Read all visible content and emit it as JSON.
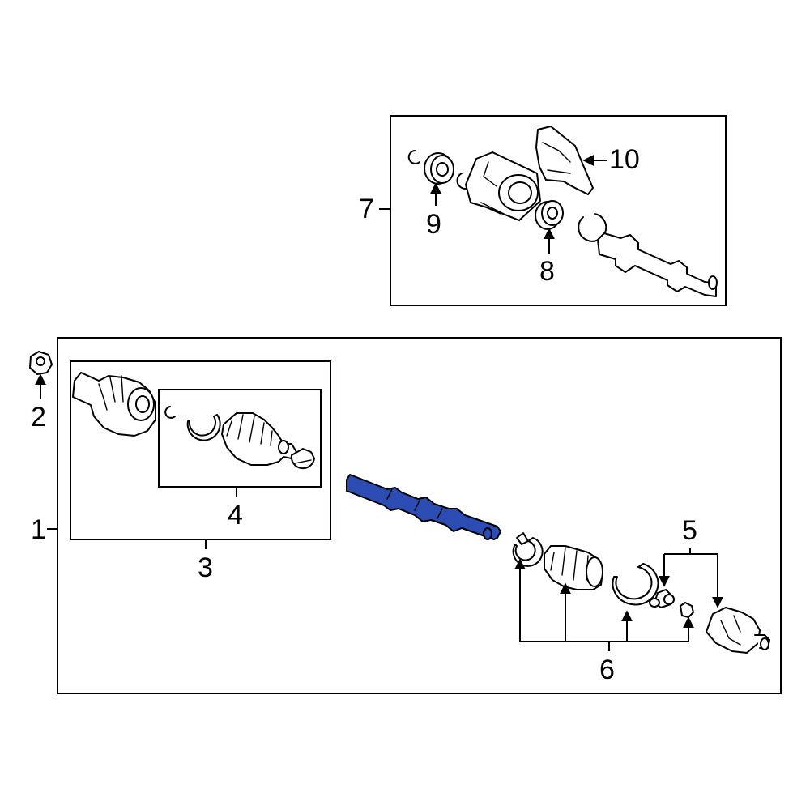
{
  "callouts": {
    "c1": "1",
    "c2": "2",
    "c3": "3",
    "c4": "4",
    "c5": "5",
    "c6": "6",
    "c7": "7",
    "c8": "8",
    "c9": "9",
    "c10": "10"
  },
  "colors": {
    "highlight": "#2b4db3",
    "line": "#000000",
    "background": "#ffffff"
  }
}
